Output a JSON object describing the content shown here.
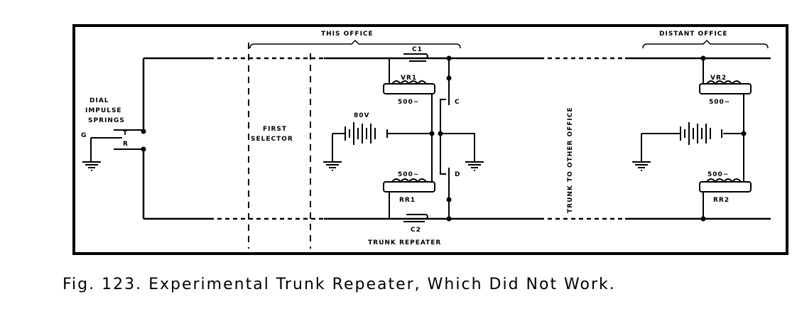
{
  "figure": {
    "caption": "Fig. 123.  Experimental Trunk Repeater, Which Did Not Work.",
    "labels": {
      "this_office": "THIS OFFICE",
      "distant_office": "DISTANT OFFICE",
      "c1": "C1",
      "c2": "C2",
      "vr1": "VR1",
      "rr1": "RR1",
      "vr2": "VR2",
      "rr2": "RR2",
      "ohms_vr1": "500~",
      "ohms_rr1": "500~",
      "ohms_vr2": "500~",
      "ohms_rr2": "500~",
      "battery": "80V",
      "contact_c": "C",
      "contact_d": "D",
      "first_selector_1": "FIRST",
      "first_selector_2": "SELECTOR",
      "dial_1": "DIAL",
      "dial_2": "IMPULSE",
      "dial_3": "SPRINGS",
      "g": "G",
      "t": "T",
      "r": "R",
      "trunk_repeater": "TRUNK REPEATER",
      "trunk_to_other_office": "TRUNK TO OTHER OFFICE"
    }
  }
}
